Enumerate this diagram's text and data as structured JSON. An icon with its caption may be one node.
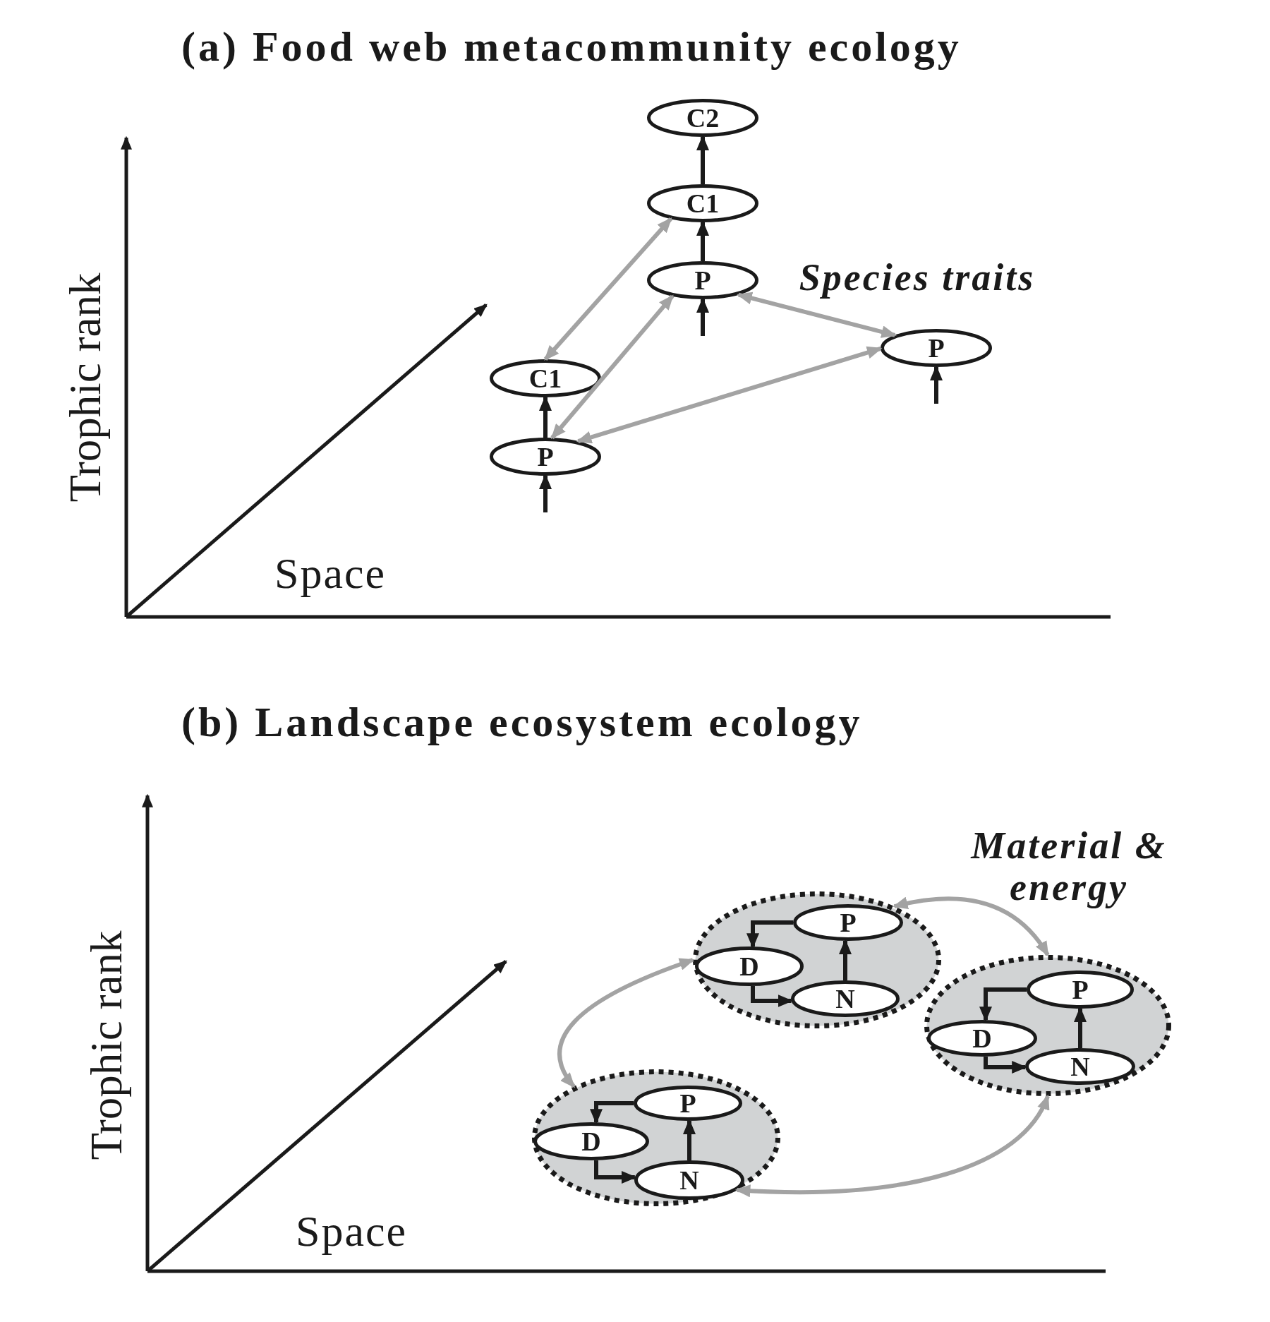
{
  "diagram": {
    "nodes": [
      {
        "text": [
          "C2"
        ]
      },
      {
        "text": [
          "C1"
        ]
      },
      {
        "text": [
          "P"
        ]
      },
      {
        "text": [
          "P"
        ]
      },
      {
        "text": [
          "C1"
        ]
      },
      {
        "text": [
          "P"
        ]
      },
      {
        "text": [],
        "shape": "ellipse"
      },
      {
        "text": [
          "P"
        ],
        "in": 6
      },
      {
        "text": [
          "D"
        ],
        "in": 6
      },
      {
        "text": [
          "N"
        ],
        "in": 6
      },
      {
        "text": [],
        "shape": "ellipse"
      },
      {
        "text": [
          "P"
        ],
        "in": 10
      },
      {
        "text": [
          "D"
        ],
        "in": 10
      },
      {
        "text": [
          "N"
        ],
        "in": 10
      },
      {
        "text": [],
        "shape": "ellipse"
      },
      {
        "text": [
          "P"
        ],
        "in": 14
      },
      {
        "text": [
          "D"
        ],
        "in": 14
      },
      {
        "text": [
          "N"
        ],
        "in": 14
      }
    ],
    "edges": [
      {
        "from": 1,
        "to": 0,
        "arrow": "to"
      },
      {
        "from": 2,
        "to": 1,
        "arrow": "to"
      },
      {
        "from": null,
        "to": 2,
        "arrow": "to"
      },
      {
        "from": null,
        "to": 3,
        "arrow": "to"
      },
      {
        "from": 5,
        "to": 4,
        "arrow": "to"
      },
      {
        "from": null,
        "to": 5,
        "arrow": "to"
      },
      {
        "from": 1,
        "to": 4,
        "arrow": "both",
        "color": "#a3a3a3"
      },
      {
        "from": 2,
        "to": 5,
        "arrow": "both",
        "color": "#a3a3a3"
      },
      {
        "from": 2,
        "to": 3,
        "arrow": "both",
        "color": "#a3a3a3"
      },
      {
        "from": 5,
        "to": 3,
        "arrow": "both",
        "color": "#a3a3a3"
      },
      {
        "from": 7,
        "to": 8,
        "arrow": "to"
      },
      {
        "from": 8,
        "to": 9,
        "arrow": "to"
      },
      {
        "from": 9,
        "to": 7,
        "arrow": "to"
      },
      {
        "from": 11,
        "to": 12,
        "arrow": "to"
      },
      {
        "from": 12,
        "to": 13,
        "arrow": "to"
      },
      {
        "from": 13,
        "to": 11,
        "arrow": "to"
      },
      {
        "from": 15,
        "to": 16,
        "arrow": "to"
      },
      {
        "from": 16,
        "to": 17,
        "arrow": "to"
      },
      {
        "from": 17,
        "to": 15,
        "arrow": "to"
      },
      {
        "from": 6,
        "to": 10,
        "arrow": "both",
        "color": "#a3a3a3"
      },
      {
        "from": 6,
        "to": 14,
        "arrow": "both",
        "color": "#a3a3a3"
      },
      {
        "from": 17,
        "to": 10,
        "arrow": "both",
        "color": "#a3a3a3"
      }
    ],
    "labels": [
      "(a) Food web metacommunity ecology",
      "Species traits",
      "Trophic rank",
      "Space",
      "(b) Landscape ecosystem ecology",
      "Material & energy",
      "Trophic rank",
      "Space"
    ]
  }
}
